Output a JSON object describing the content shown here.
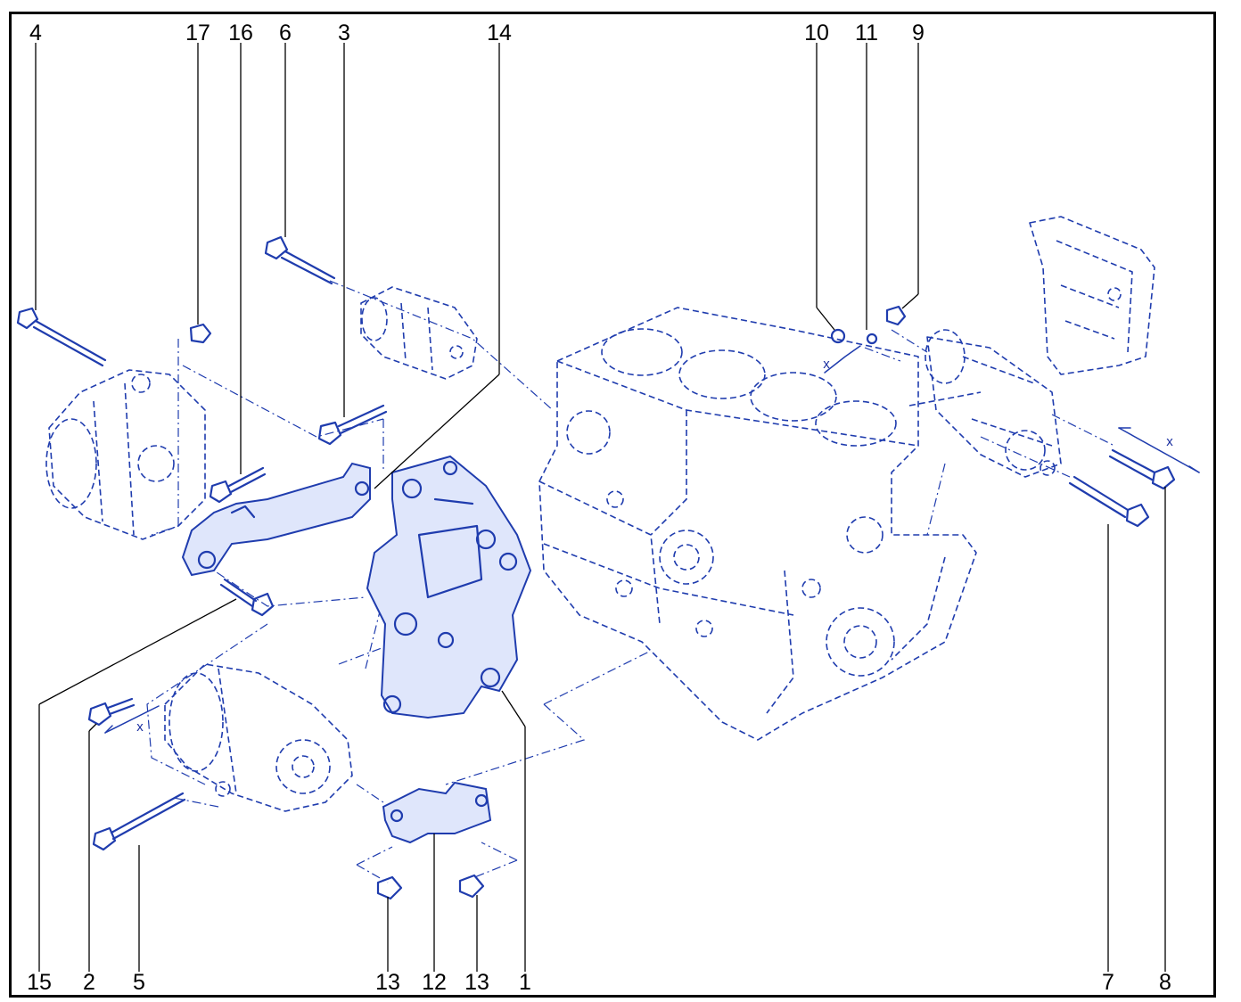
{
  "callouts": [
    {
      "n": "4"
    },
    {
      "n": "17"
    },
    {
      "n": "16"
    },
    {
      "n": "6"
    },
    {
      "n": "3"
    },
    {
      "n": "14"
    },
    {
      "n": "10"
    },
    {
      "n": "11"
    },
    {
      "n": "9"
    },
    {
      "n": "15"
    },
    {
      "n": "2"
    },
    {
      "n": "5"
    },
    {
      "n": "13"
    },
    {
      "n": "12"
    },
    {
      "n": "13"
    },
    {
      "n": "1"
    },
    {
      "n": "7"
    },
    {
      "n": "8"
    }
  ],
  "dimension_labels": [
    "x",
    "x",
    "x"
  ],
  "colors": {
    "line": "#1f3cae",
    "callout": "#000000",
    "frame": "#000000"
  }
}
